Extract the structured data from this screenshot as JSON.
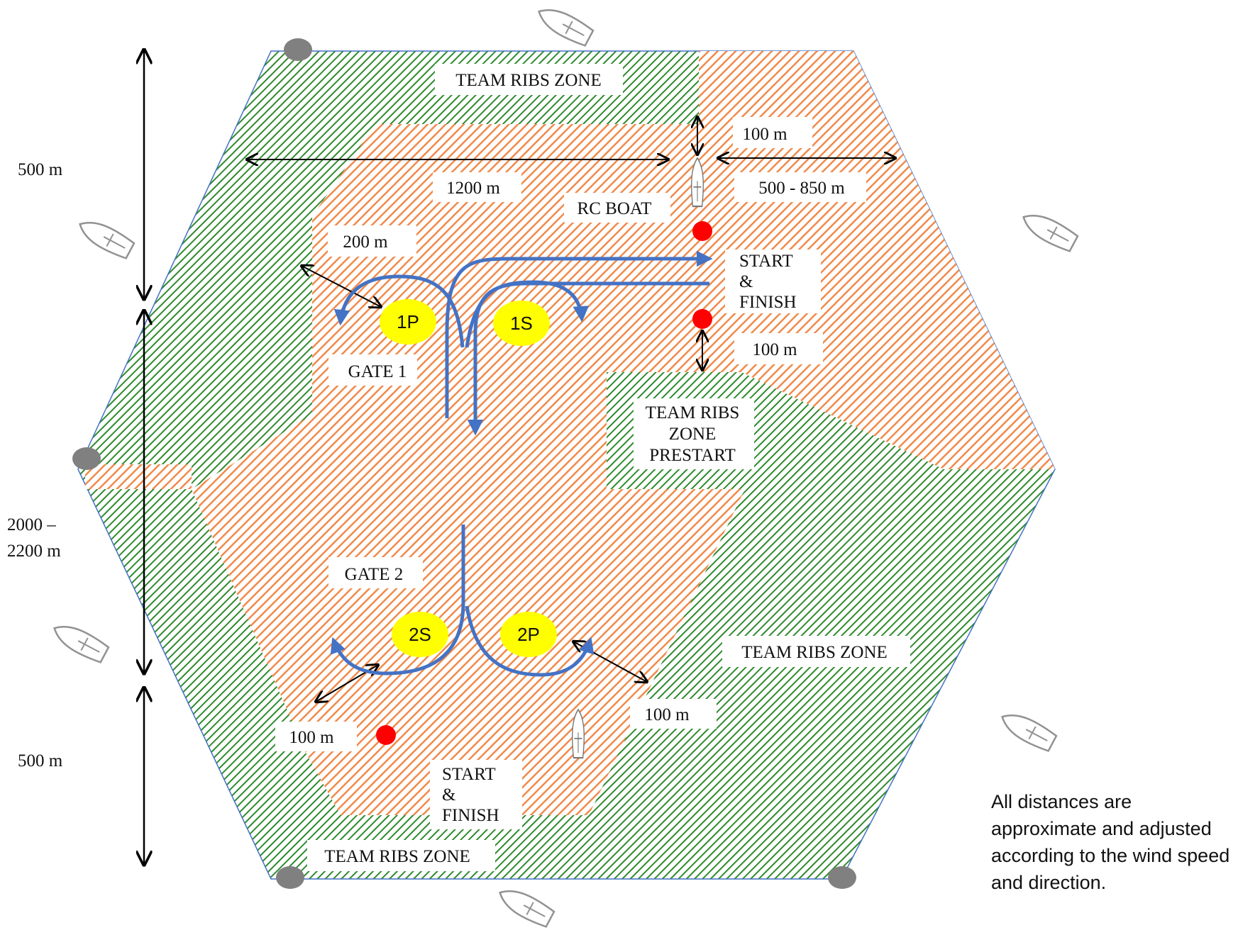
{
  "zones": {
    "top": "TEAM RIBS ZONE",
    "prestart": [
      "TEAM RIBS",
      "ZONE",
      "PRESTART"
    ],
    "right": "TEAM RIBS ZONE",
    "bottom": "TEAM RIBS ZONE"
  },
  "course": {
    "rc_boat": "RC BOAT",
    "start_finish_top": [
      "START",
      "&",
      "FINISH"
    ],
    "start_finish_bottom": [
      "START",
      "&",
      "FINISH"
    ],
    "gate1": "GATE 1",
    "gate2": "GATE 2",
    "marks": {
      "m1p": "1P",
      "m1s": "1S",
      "m2s": "2S",
      "m2p": "2P"
    }
  },
  "distances": {
    "d100_top": "100 m",
    "d1200": "1200 m",
    "d500_850": "500 - 850 m",
    "d200": "200 m",
    "d100_mid": "100 m",
    "d100_bl": "100 m",
    "d100_br": "100 m",
    "side_500_top": "500 m",
    "side_2000": [
      "2000 –",
      "2200 m"
    ],
    "side_500_bottom": "500 m"
  },
  "note": "All distances are approximate and adjusted according to the wind speed and direction.",
  "colors": {
    "orange_hatch": "#f08a4b",
    "green_hatch": "#2e8b2e",
    "course_arrow": "#4472c4",
    "mark_yellow": "#ffff00",
    "mark_red": "#ff0000",
    "corner_grey": "#808080"
  }
}
